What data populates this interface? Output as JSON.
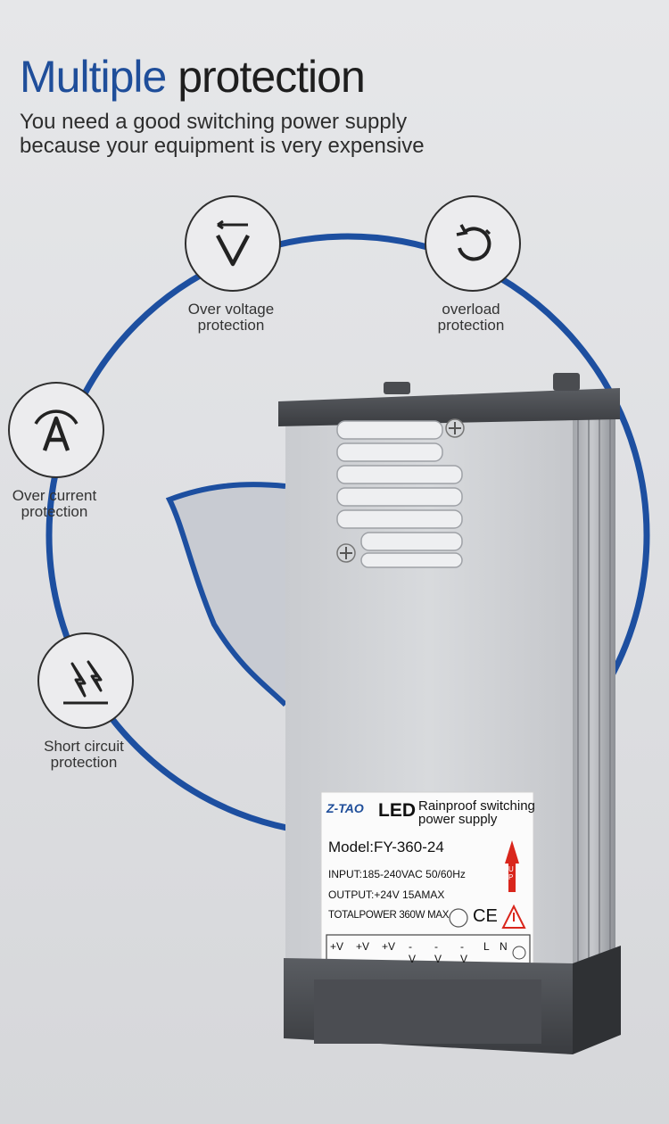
{
  "headline": {
    "blue": "Multiple",
    "dark": "protection"
  },
  "subtitle": {
    "line1": "You need a good switching power supply",
    "line2": "because your equipment is very expensive"
  },
  "features": [
    {
      "icon": "over-voltage-icon",
      "line1": "Over voltage",
      "line2": "protection"
    },
    {
      "icon": "overload-icon",
      "line1": "overload",
      "line2": "protection"
    },
    {
      "icon": "over-current-icon",
      "line1": "Over current",
      "line2": "protection"
    },
    {
      "icon": "short-circuit-icon",
      "line1": "Short circuit",
      "line2": "protection"
    }
  ],
  "label": {
    "brand": "Z-TAO",
    "led": "LED",
    "title_line1": "Rainproof switching",
    "title_line2": "power supply",
    "model": "Model:FY-360-24",
    "input": "INPUT:185-240VAC 50/60Hz",
    "output": "OUTPUT:+24V 15AMAX",
    "total": "TOTALPOWER 360W MAX",
    "up": "UP",
    "ce": "CE",
    "terminals": [
      "+V",
      "+V",
      "+V",
      "-V",
      "-V",
      "-V",
      "L",
      "N"
    ]
  },
  "colors": {
    "accent": "#1f4e9a",
    "ring": "#1d4fa0",
    "text": "#2a2a2a"
  }
}
